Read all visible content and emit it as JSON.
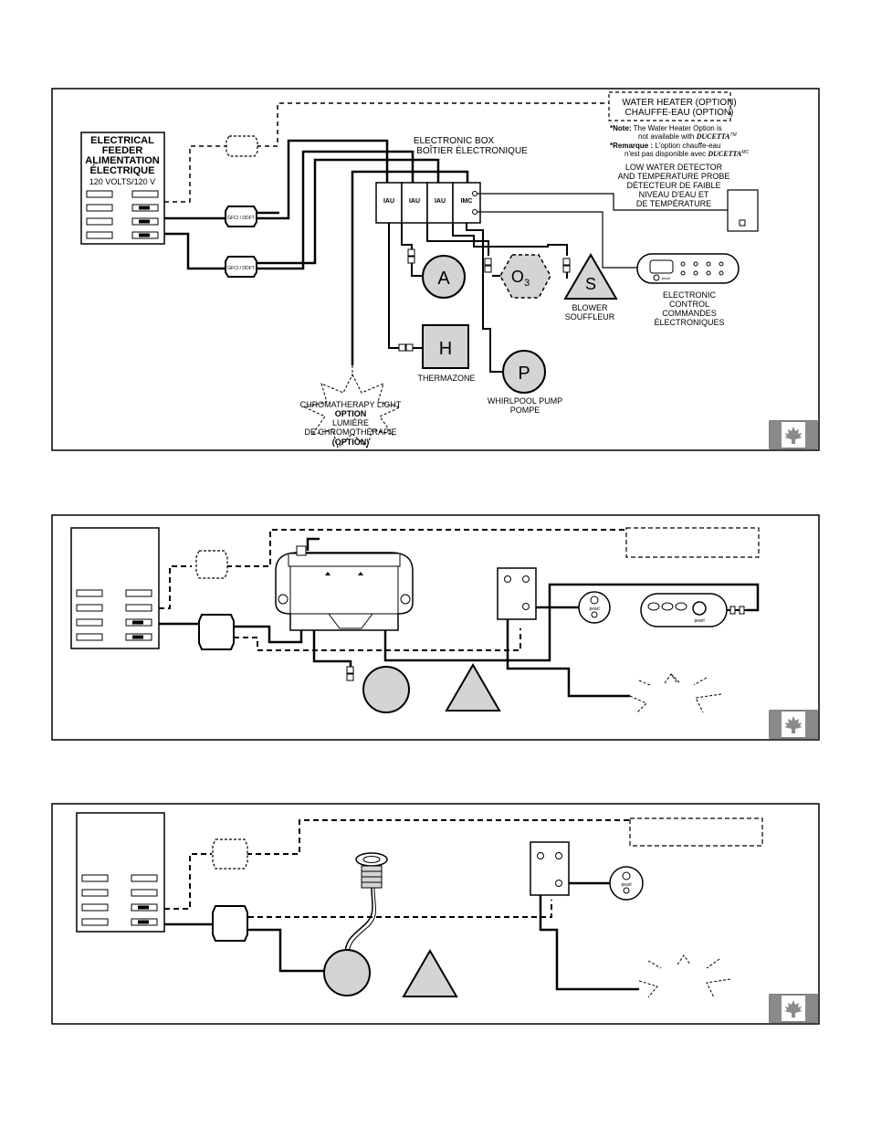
{
  "diagram1": {
    "feeder": {
      "line1": "ELECTRICAL",
      "line2": "FEEDER",
      "line3": "ALIMENTATION",
      "line4": "ÉLECTRIQUE",
      "voltage": "120 VOLTS/120 V"
    },
    "gfci_label": "GFCI / DDFT",
    "electronic_box": {
      "line1": "ELECTRONIC BOX",
      "line2": "BOÎTIER ÉLECTRONIQUE",
      "modules": [
        "IAU",
        "IAU",
        "IAU",
        "IMC"
      ]
    },
    "water_heater": {
      "line1": "WATER HEATER (OPTION)",
      "line2": "CHAUFFE-EAU (OPTION)"
    },
    "note": {
      "en_prefix": "*Note:",
      "en_text": " The Water Heater Option is",
      "en_line2": "not available with ",
      "brand": "DUCETTA",
      "tm": "TM",
      "fr_prefix": "*Remarque :",
      "fr_text": " L'option chauffe-eau",
      "fr_line2": "n'est pas disponible avec ",
      "mc": "MC"
    },
    "probe": {
      "line1": "LOW WATER DETECTOR",
      "line2": "AND TEMPERATURE PROBE",
      "line3": "DÉTECTEUR DE FAIBLE",
      "line4": "NIVEAU D'EAU ET",
      "line5": "DE TEMPÉRATURE"
    },
    "components": {
      "a": "A",
      "ozone": "O",
      "ozone_sub": "3",
      "s": "S",
      "h": "H",
      "p": "P"
    },
    "blower": {
      "line1": "BLOWER",
      "line2": "SOUFFLEUR"
    },
    "control": {
      "line1": "ELECTRONIC",
      "line2": "CONTROL",
      "line3": "COMMANDES",
      "line4": "ÉLECTRONIQUES",
      "logo": "pearl"
    },
    "thermazone": "THERMAZONE",
    "pump": {
      "line1": "WHIRLPOOL PUMP",
      "line2": "POMPE"
    },
    "chroma": {
      "line1": "CHROMATHERAPY LIGHT",
      "line2": "OPTION",
      "line3": "LUMIÈRE",
      "line4": "DE CHROMOTHÉRAPIE",
      "line5": "(OPTION)"
    }
  },
  "logos": {
    "pearl": "pearl"
  },
  "colors": {
    "line": "#000000",
    "component_fill": "#d4d4d4",
    "flag_red": "#8a8a8a"
  }
}
